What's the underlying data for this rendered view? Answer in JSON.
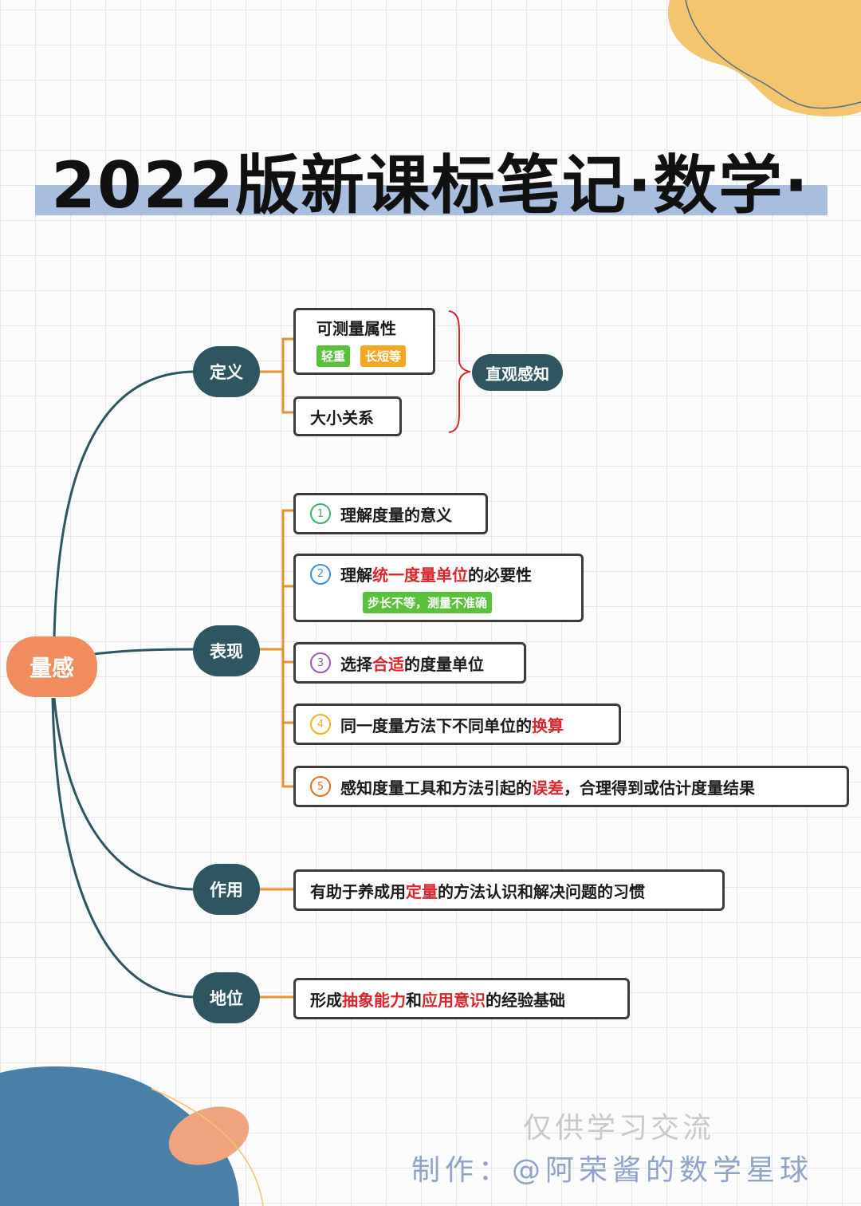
{
  "title": "2022版新课标笔记·数学·",
  "root": "量感",
  "branches": {
    "definition": {
      "label": "定义",
      "item1": "可测量属性",
      "tag1": "轻重",
      "tag2": "长短等",
      "item2": "大小关系",
      "summary": "直观感知"
    },
    "expression": {
      "label": "表现",
      "items": [
        {
          "num": "1",
          "pre": "理解度量的意义",
          "hl": "",
          "post": "",
          "tail": ""
        },
        {
          "num": "2",
          "pre": "理解",
          "hl": "统一度量单位",
          "post": "的必要性",
          "tail": ""
        },
        {
          "num": "3",
          "pre": "选择",
          "hl": "合适",
          "post": "的度量单位",
          "tail": ""
        },
        {
          "num": "4",
          "pre": "同一度量方法下不同单位的",
          "hl": "换算",
          "post": "",
          "tail": ""
        },
        {
          "num": "5",
          "pre": "感知度量工具和方法引起的",
          "hl": "误差",
          "post": "，合理得到或估计度量结果",
          "tail": ""
        }
      ],
      "item2_tag": "步长不等，测量不准确"
    },
    "function": {
      "label": "作用",
      "pre": "有助于养成用",
      "hl": "定量",
      "post": "的方法认识和解决问题的习惯"
    },
    "status": {
      "label": "地位",
      "pre": "形成",
      "hl1": "抽象能力",
      "mid": "和",
      "hl2": "应用意识",
      "post": "的经验基础"
    }
  },
  "footer": {
    "note": "仅供学习交流",
    "credit": "制作：@阿荣酱的数学星球"
  },
  "colors": {
    "root": "#f08c5e",
    "branch": "#2f5560",
    "connector": "#e8912f",
    "highlight": "#d9262c",
    "title_bar": "#a9bedf"
  }
}
